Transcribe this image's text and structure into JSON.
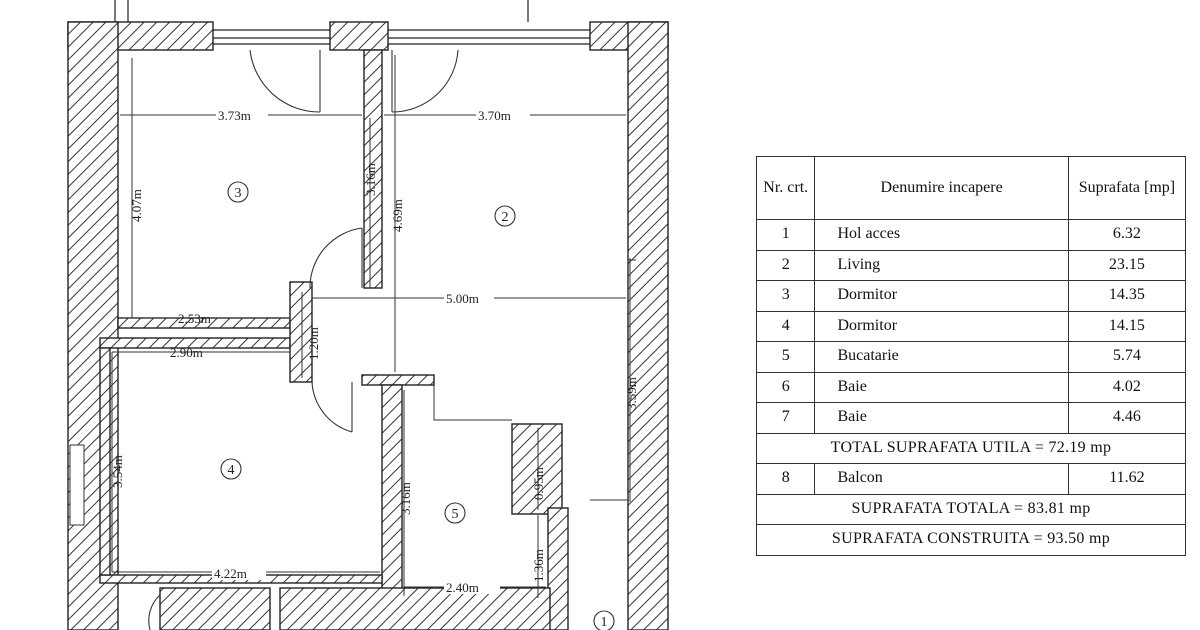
{
  "dimensions": [
    "3.73m",
    "3.70m",
    "4.07m",
    "3.16m",
    "4.69m",
    "5.00m",
    "2.53m",
    "1.20m",
    "2.90m",
    "3.54m",
    "3.59m",
    "0.95m",
    "3.16m",
    "4.22m",
    "2.40m",
    "1.36m"
  ],
  "room_markers": [
    "3",
    "2",
    "4",
    "5",
    "1"
  ],
  "table": {
    "header": {
      "nr": "Nr. crt.",
      "name": "Denumire incapere",
      "area": "Suprafata [mp]"
    },
    "rows": [
      {
        "nr": "1",
        "name": "Hol acces",
        "area": "6.32"
      },
      {
        "nr": "2",
        "name": "Living",
        "area": "23.15"
      },
      {
        "nr": "3",
        "name": "Dormitor",
        "area": "14.35"
      },
      {
        "nr": "4",
        "name": "Dormitor",
        "area": "14.15"
      },
      {
        "nr": "5",
        "name": "Bucatarie",
        "area": "5.74"
      },
      {
        "nr": "6",
        "name": "Baie",
        "area": "4.02"
      },
      {
        "nr": "7",
        "name": "Baie",
        "area": "4.46"
      }
    ],
    "total_util": "TOTAL SUPRAFATA UTILA = 72.19 mp",
    "balcony": {
      "nr": "8",
      "name": "Balcon",
      "area": "11.62"
    },
    "total": "SUPRAFATA TOTALA = 83.81 mp",
    "built": "SUPRAFATA CONSTRUITA = 93.50 mp"
  }
}
